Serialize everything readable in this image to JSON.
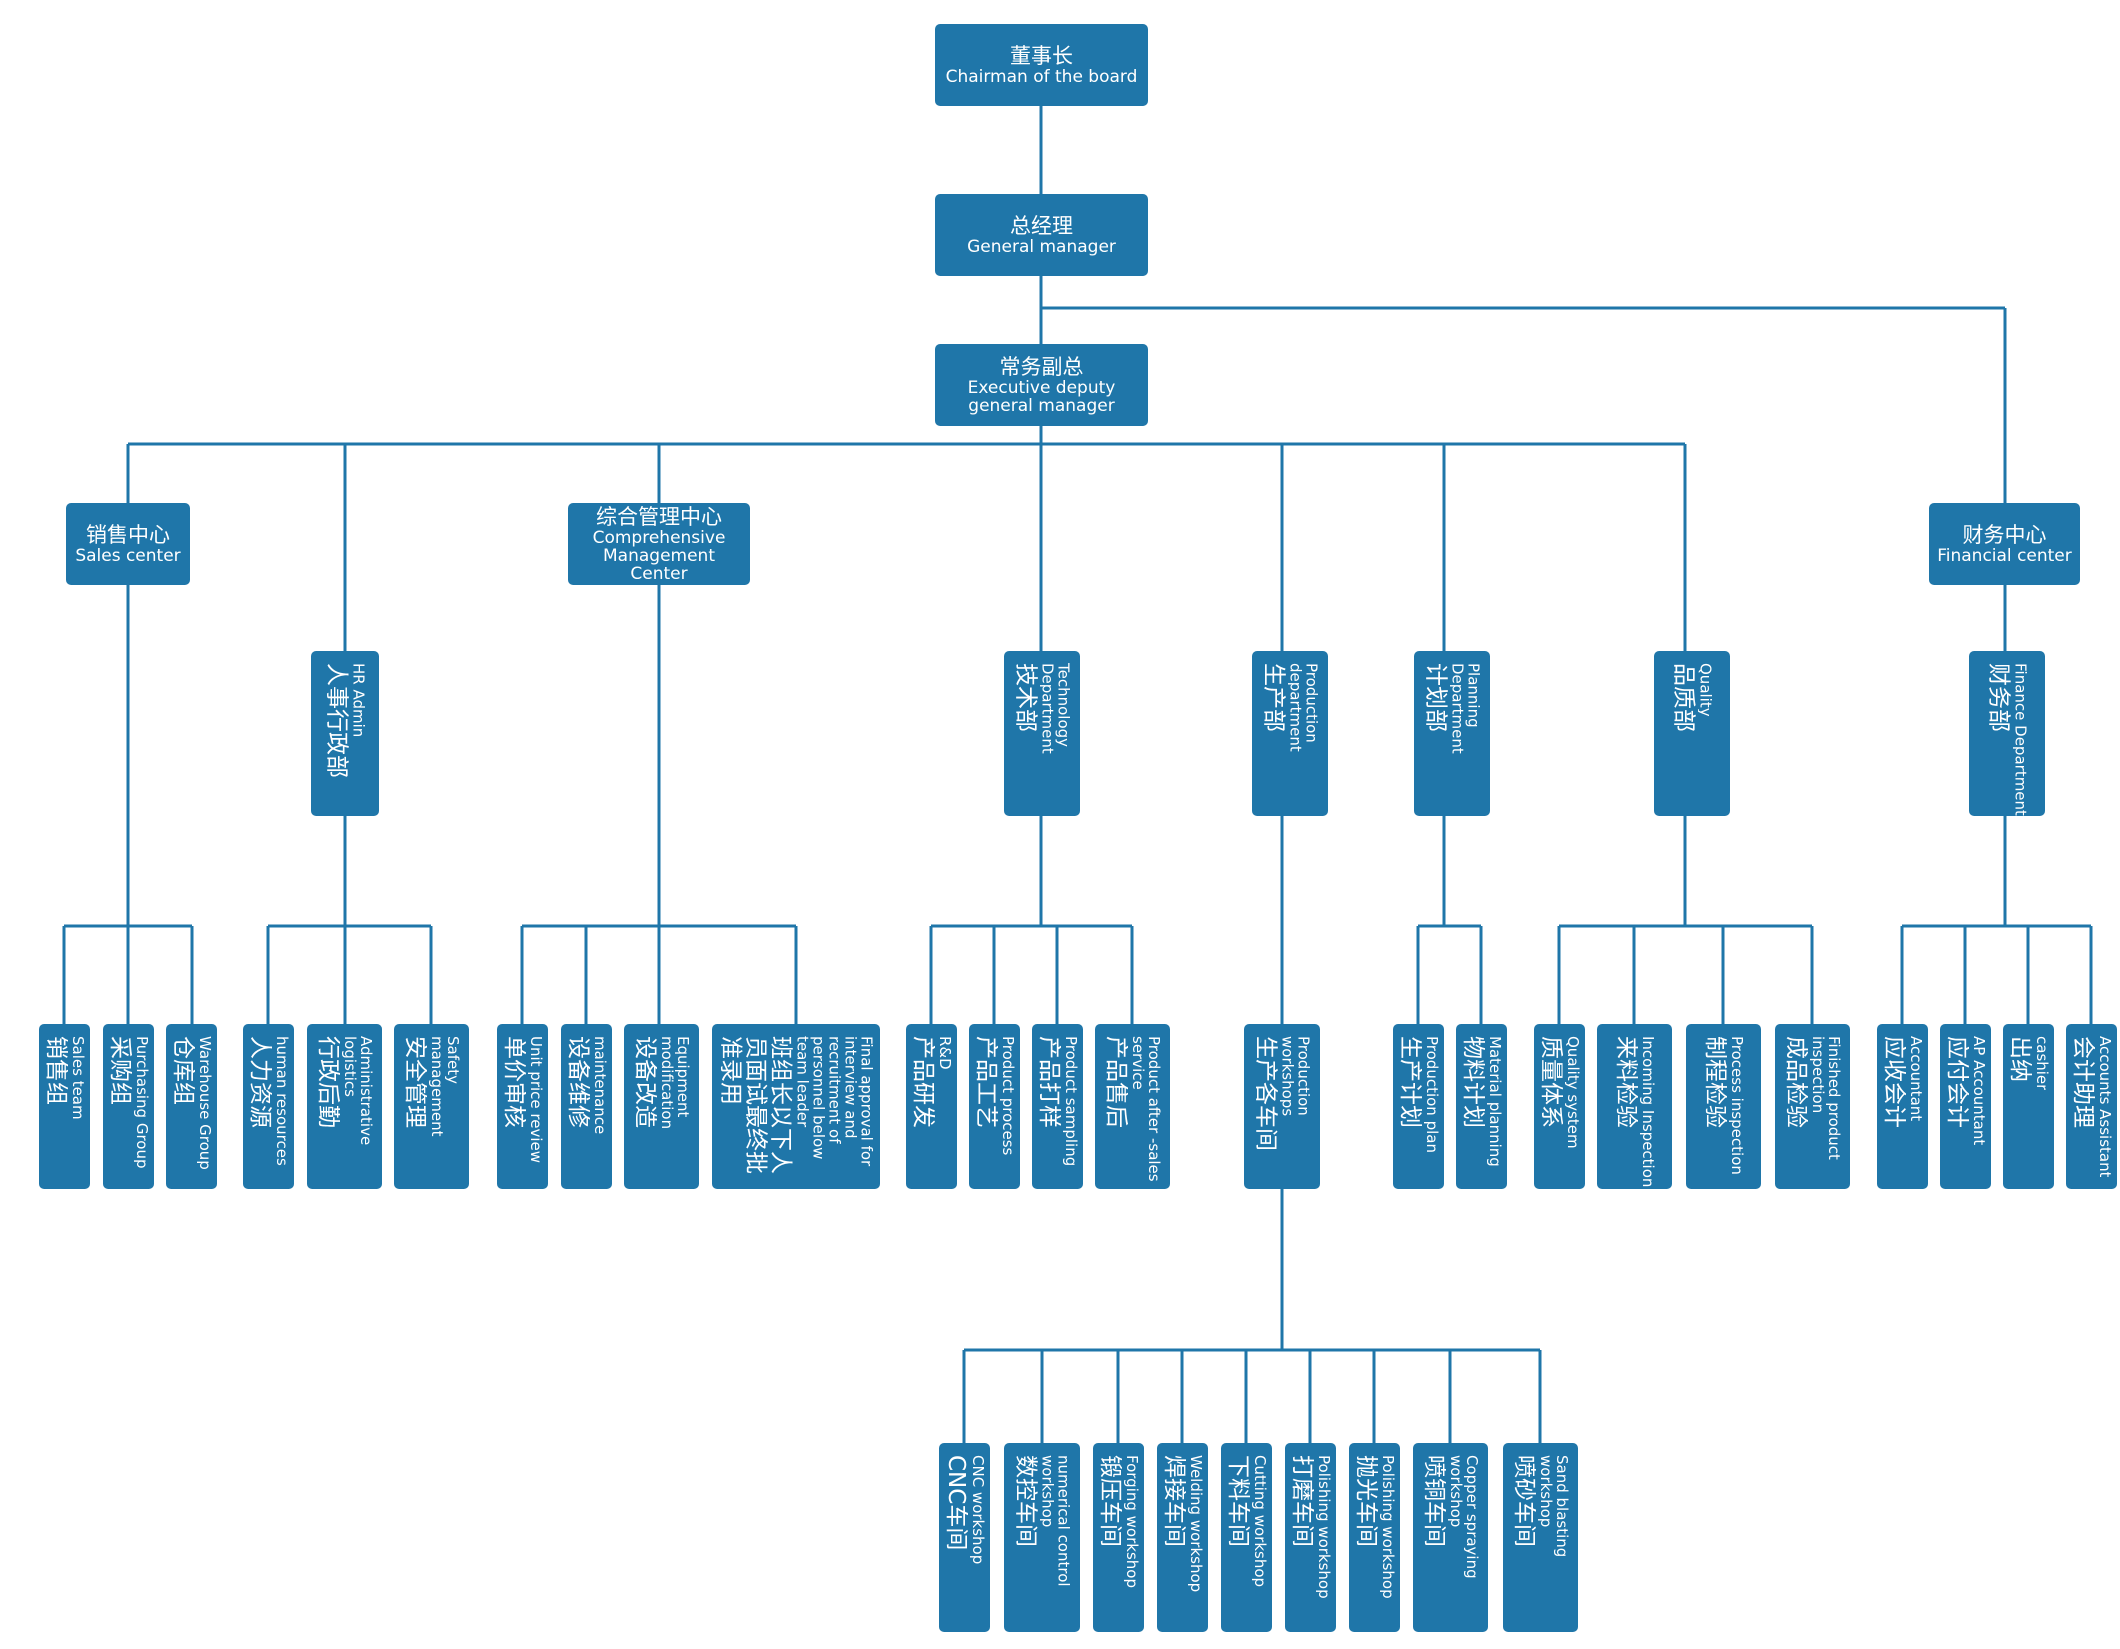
{
  "diagram": {
    "colors": {
      "box_fill": "#1f76a9",
      "box_text": "#ffffff",
      "connector": "#1f76a9",
      "background": "#ffffff"
    },
    "top": {
      "chairman": {
        "zh": "董事长",
        "en": "Chairman of the board"
      },
      "general_manager": {
        "zh": "总经理",
        "en": "General manager"
      },
      "executive_deputy": {
        "zh": "常务副总",
        "en": "Executive deputy general manager"
      }
    },
    "level2": {
      "sales_center": {
        "zh": "销售中心",
        "en": "Sales center"
      },
      "comprehensive_center": {
        "zh": "综合管理中心",
        "en": "Comprehensive Management Center"
      },
      "financial_center": {
        "zh": "财务中心",
        "en": "Financial center"
      }
    },
    "level3": {
      "hr_admin": {
        "zh": "人事行政部",
        "en": "HR Admin"
      },
      "technology": {
        "zh": "技术部",
        "en": "Technology Department"
      },
      "production": {
        "zh": "生产部",
        "en": "Production department"
      },
      "planning": {
        "zh": "计划部",
        "en": "Planning Department"
      },
      "quality": {
        "zh": "品质部",
        "en": "Quality"
      },
      "finance": {
        "zh": "财务部",
        "en": "Finance Department"
      }
    },
    "level4": {
      "sales_team": {
        "zh": "销售组",
        "en": "Sales team"
      },
      "purchasing": {
        "zh": "采购组",
        "en": "Purchasing Group"
      },
      "warehouse": {
        "zh": "仓库组",
        "en": "Warehouse Group"
      },
      "human_resources": {
        "zh": "人力资源",
        "en": "human resources"
      },
      "admin_logistics": {
        "zh": "行政后勤",
        "en": "Administrative logistics"
      },
      "safety": {
        "zh": "安全管理",
        "en": "Safety management"
      },
      "unit_price": {
        "zh": "单价审核",
        "en": "Unit price review"
      },
      "maintenance": {
        "zh": "设备维修",
        "en": "maintenance"
      },
      "equipment_mod": {
        "zh": "设备改造",
        "en": "Equipment modification"
      },
      "final_approval": {
        "zh": "班组长以下人员面试最终批准录用",
        "en": "Final approval for interview and recruitment of personnel below team leader"
      },
      "rnd": {
        "zh": "产品研发",
        "en": "R&D"
      },
      "product_process": {
        "zh": "产品工艺",
        "en": "Product process"
      },
      "product_sampling": {
        "zh": "产品打样",
        "en": "Product sampling"
      },
      "after_sales": {
        "zh": "产品售后",
        "en": "Product after -sales service"
      },
      "workshops": {
        "zh": "生产各车间",
        "en": "Production workshops"
      },
      "production_plan": {
        "zh": "生产计划",
        "en": "Production plan"
      },
      "material_planning": {
        "zh": "物料计划",
        "en": "Material planning"
      },
      "quality_system": {
        "zh": "质量体系",
        "en": "Quality system"
      },
      "incoming": {
        "zh": "来料检验",
        "en": "Incoming Inspection"
      },
      "process_insp": {
        "zh": "制程检验",
        "en": "Process inspection"
      },
      "finished_insp": {
        "zh": "成品检验",
        "en": "Finished product inspection"
      },
      "accountant": {
        "zh": "应收会计",
        "en": "Accountant"
      },
      "ap_accountant": {
        "zh": "应付会计",
        "en": "AP Accountant"
      },
      "cashier": {
        "zh": "出纳",
        "en": "cashier"
      },
      "accounts_assistant": {
        "zh": "会计助理",
        "en": "Accounts Assistant"
      }
    },
    "level5": {
      "cnc": {
        "zh": "CNC车间",
        "en": "CNC workshop"
      },
      "numerical": {
        "zh": "数控车间",
        "en": "numerical control workshop"
      },
      "forging": {
        "zh": "锻压车间",
        "en": "Forging workshop"
      },
      "welding": {
        "zh": "焊接车间",
        "en": "Welding workshop"
      },
      "cutting": {
        "zh": "下料车间",
        "en": "Cutting workshop"
      },
      "polishing1": {
        "zh": "打磨车间",
        "en": "Polishing workshop"
      },
      "polishing2": {
        "zh": "抛光车间",
        "en": "Polishing workshop"
      },
      "copper": {
        "zh": "喷铜车间",
        "en": "Copper spraying workshop"
      },
      "sand": {
        "zh": "喷砂车间",
        "en": "Sand blasting workshop"
      }
    }
  }
}
